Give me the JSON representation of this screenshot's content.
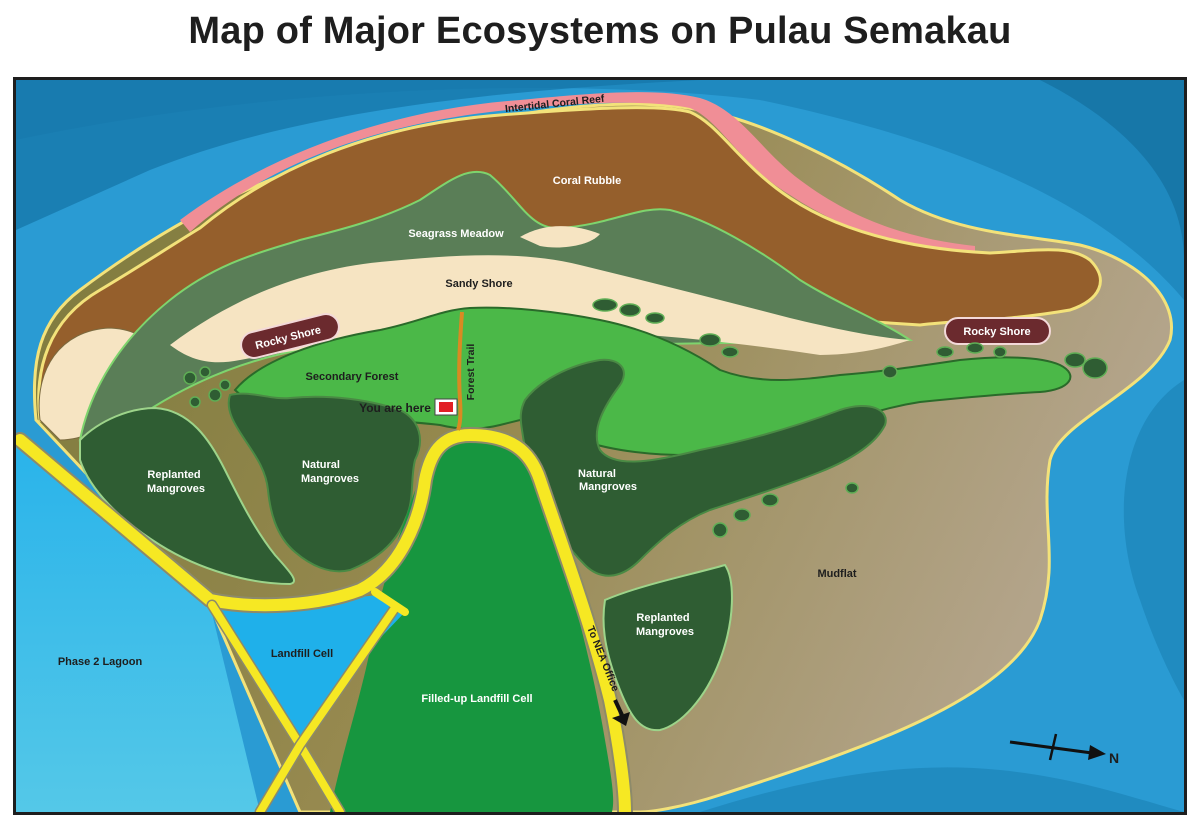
{
  "title": "Map of Major Ecosystems on Pulau Semakau",
  "labels": {
    "intertidal_coral_reef": "Intertidal Coral Reef",
    "coral_rubble": "Coral Rubble",
    "seagrass_meadow": "Seagrass Meadow",
    "sandy_shore": "Sandy Shore",
    "rocky_shore_left": "Rocky Shore",
    "rocky_shore_right": "Rocky Shore",
    "secondary_forest": "Secondary Forest",
    "forest_trail": "Forest Trail",
    "you_are_here": "You are here",
    "replanted_mangroves_left_1": "Replanted",
    "replanted_mangroves_left_2": "Mangroves",
    "natural_mangroves_left_1": "Natural",
    "natural_mangroves_left_2": "Mangroves",
    "natural_mangroves_right_1": "Natural",
    "natural_mangroves_right_2": "Mangroves",
    "replanted_mangroves_right_1": "Replanted",
    "replanted_mangroves_right_2": "Mangroves",
    "mudflat": "Mudflat",
    "phase2_lagoon": "Phase 2 Lagoon",
    "landfill_cell": "Landfill Cell",
    "filled_landfill_cell": "Filled-up Landfill Cell",
    "to_nea_office": "To NEA Office",
    "north": "N"
  },
  "colors": {
    "sea_deep": "#1a7fb0",
    "sea_mid": "#2b9fd6",
    "lagoon": "#3cc0ec",
    "coral_reef": "#f08e96",
    "coral_rubble": "#955f2c",
    "sandy_shore": "#f6e4c2",
    "seagrass": "#5a7e57",
    "mudflat": "#a89a7e",
    "secondary_forest": "#4bb848",
    "mangrove": "#2f5d33",
    "landfill": "#17963f",
    "road": "#f6e823",
    "rocky_shore": "#6b2a2e",
    "marker": "#e21f26"
  }
}
